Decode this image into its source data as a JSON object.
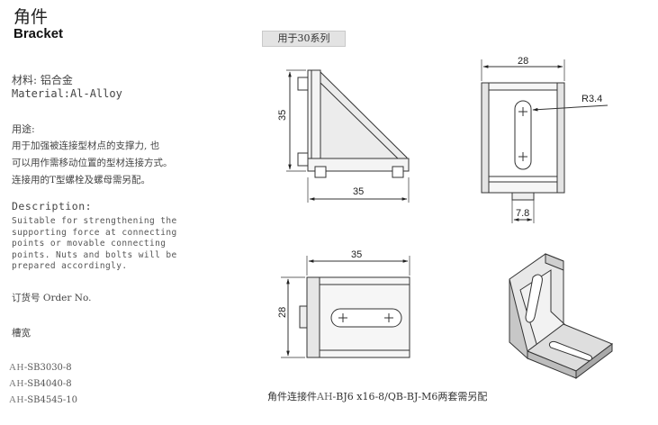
{
  "header": {
    "title_cn": "角件",
    "title_en": "Bracket",
    "series_badge": "用于30系列"
  },
  "material": {
    "cn": "材料: 铝合金",
    "en": "Material:Al-Alloy"
  },
  "usage": {
    "heading": "用途:",
    "lines": [
      "用于加强被连接型材点的支撑力, 也",
      "可以用作需移动位置的型材连接方式。",
      "连接用的T型螺栓及螺母需另配。"
    ]
  },
  "description": {
    "heading": "Description:",
    "lines": [
      "Suitable for strengthening the",
      "supporting force at connecting",
      "points or movable connecting",
      "points. Nuts and bolts will be",
      "prepared accordingly."
    ]
  },
  "order": {
    "label": "订货号  Order No.",
    "slot_label": "槽宽",
    "items": [
      {
        "prefix": "AH",
        "code": "-SB3030-8"
      },
      {
        "prefix": "AH",
        "code": "-SB4040-8"
      },
      {
        "prefix": "AH",
        "code": "-SB4545-10"
      }
    ]
  },
  "dimensions": {
    "side_height": "35",
    "side_width": "35",
    "front_width": "28",
    "front_radius": "R3.4",
    "front_tab": "7.8",
    "top_width": "35",
    "top_height": "28"
  },
  "caption": {
    "prefix": "角件连接件",
    "ah": "AH",
    "rest": "-BJ6 x16-8/QB-BJ-M6两套需另配"
  }
}
